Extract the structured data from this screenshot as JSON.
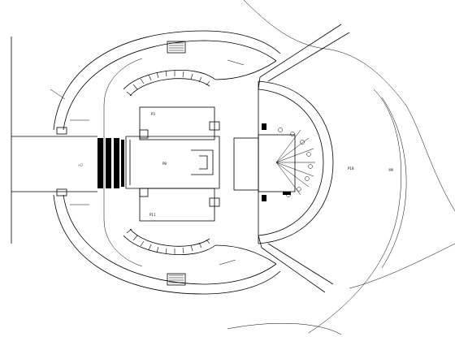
{
  "labels": {
    "upper_room": "P3",
    "lower_room": "P11",
    "center_hall": "P8",
    "entry_left": "入口",
    "east_garden": "P18",
    "far_right": "道路"
  }
}
